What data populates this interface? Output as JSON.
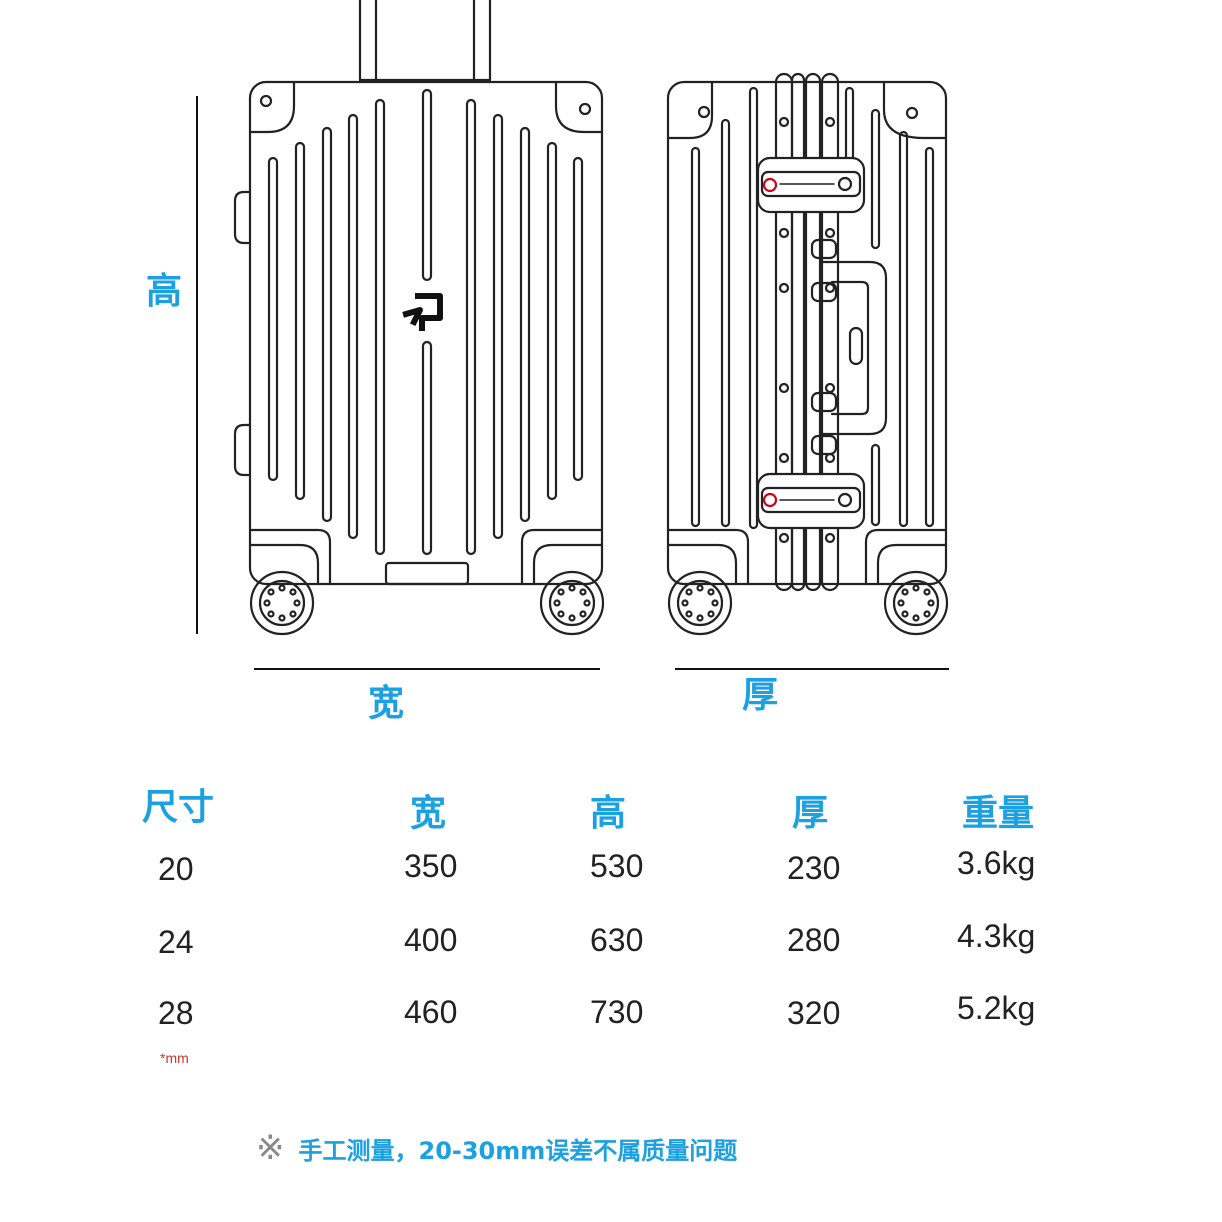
{
  "dimension_labels": {
    "height": "高",
    "width": "宽",
    "depth": "厚"
  },
  "table": {
    "headers": [
      "尺寸",
      "宽",
      "高",
      "厚",
      "重量"
    ],
    "rows": [
      [
        "20",
        "350",
        "530",
        "230",
        "3.6kg"
      ],
      [
        "24",
        "400",
        "630",
        "280",
        "4.3kg"
      ],
      [
        "28",
        "460",
        "730",
        "320",
        "5.2kg"
      ]
    ],
    "unit_note": "*mm"
  },
  "footer_note": {
    "icon": "reference-mark-icon",
    "symbol": "※",
    "text": "手工测量，20-30mm误差不属质量问题"
  },
  "colors": {
    "accent": "#1ba0e2",
    "unit_note": "#c0392b"
  }
}
